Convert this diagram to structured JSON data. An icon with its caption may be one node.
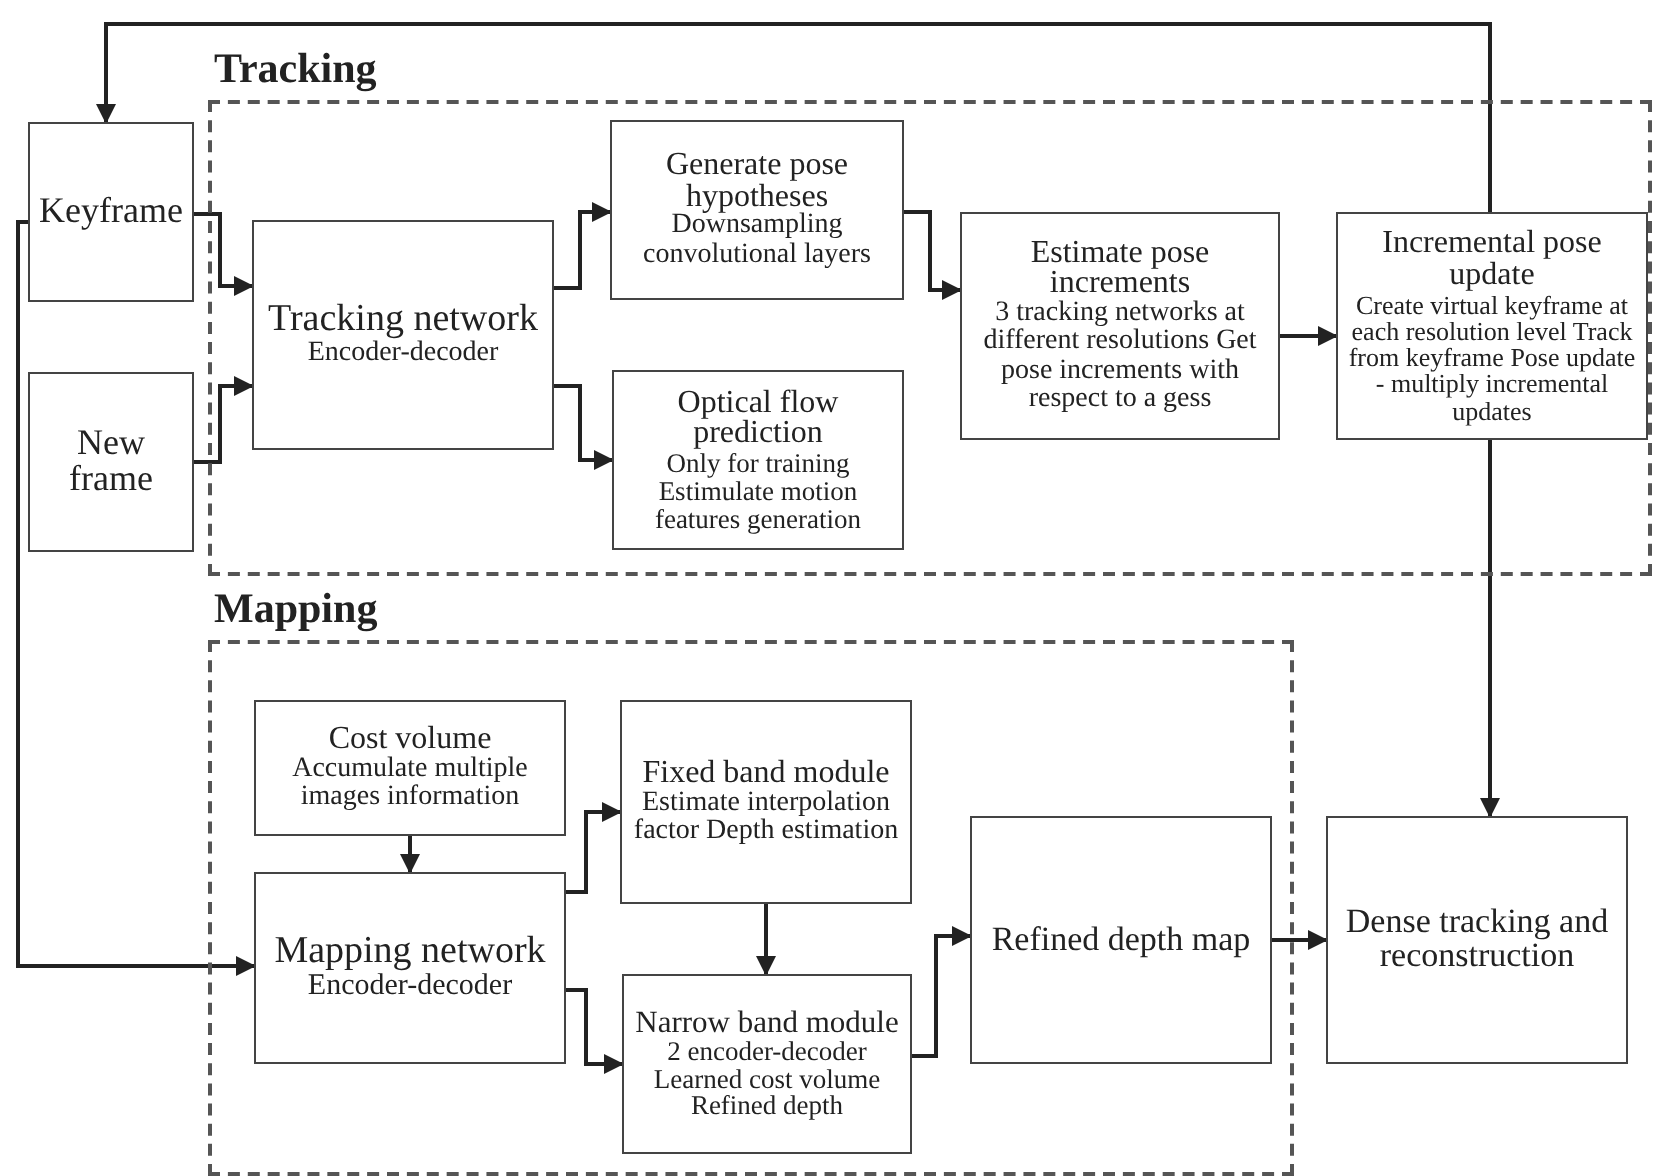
{
  "diagram": {
    "nodes": [
      {
        "text": [
          "Tracking"
        ]
      },
      {
        "text": [
          "Keyframe"
        ]
      },
      {
        "text": [
          "New frame"
        ]
      },
      {
        "text": [
          "Tracking network",
          "Encoder-decoder"
        ],
        "in": 0
      },
      {
        "text": [
          "Generate pose hypotheses",
          "Downsampling convolutional layers"
        ],
        "in": 0
      },
      {
        "text": [
          "Optical flow prediction",
          "Only for training Estimulate motion features generation"
        ],
        "in": 0
      },
      {
        "text": [
          "Estimate pose increments",
          "3 tracking networks at different resolutions Get pose increments with respect to a gess"
        ],
        "in": 0
      },
      {
        "text": [
          "Incremental pose update",
          "Create virtual keyframe at each resolution level Track from keyframe Pose update - multiply incremental updates"
        ],
        "in": 0
      },
      {
        "text": [
          "Mapping"
        ]
      },
      {
        "text": [
          "Cost volume",
          "Accumulate multiple images information"
        ],
        "in": 8
      },
      {
        "text": [
          "Fixed band module",
          "Estimate interpolation factor Depth estimation"
        ],
        "in": 8
      },
      {
        "text": [
          "Mapping network",
          "Encoder-decoder"
        ],
        "in": 8
      },
      {
        "text": [
          "Narrow band module",
          "2 encoder-decoder Learned cost volume Refined depth"
        ],
        "in": 8
      },
      {
        "text": [
          "Refined depth map"
        ],
        "in": 8
      },
      {
        "text": [
          "Dense tracking and reconstruction"
        ]
      }
    ],
    "edges": [
      {
        "from": 7,
        "to": 1,
        "arrow": "to"
      },
      {
        "from": 1,
        "to": 3,
        "arrow": "to"
      },
      {
        "from": 2,
        "to": 3,
        "arrow": "to"
      },
      {
        "from": 3,
        "to": 4,
        "arrow": "to"
      },
      {
        "from": 3,
        "to": 5,
        "arrow": "to"
      },
      {
        "from": 4,
        "to": 6,
        "arrow": "to"
      },
      {
        "from": 6,
        "to": 7,
        "arrow": "to"
      },
      {
        "from": 7,
        "to": 14,
        "arrow": "to"
      },
      {
        "from": 1,
        "to": 11,
        "arrow": "to"
      },
      {
        "from": 9,
        "to": 11,
        "arrow": "to"
      },
      {
        "from": 11,
        "to": 10,
        "arrow": "to"
      },
      {
        "from": 11,
        "to": 12,
        "arrow": "to"
      },
      {
        "from": 10,
        "to": 12,
        "arrow": "to"
      },
      {
        "from": 12,
        "to": 13,
        "arrow": "to"
      },
      {
        "from": 13,
        "to": 14,
        "arrow": "to"
      }
    ]
  }
}
